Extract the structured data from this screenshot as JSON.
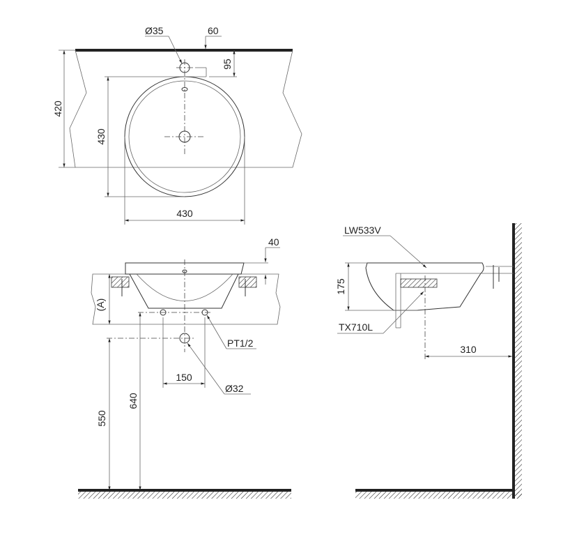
{
  "top_view": {
    "faucet_hole_dia": "Ø35",
    "faucet_offset": "60",
    "faucet_depth": "95",
    "counter_depth": "420",
    "basin_depth": "430",
    "basin_width": "430"
  },
  "front_view": {
    "rim_height": "40",
    "counter_label": "(A)",
    "supply_thread": "PT1/2",
    "drain_dia": "Ø32",
    "supply_spacing": "150",
    "drain_height": "550",
    "supply_height": "640"
  },
  "side_view": {
    "basin_model": "LW533V",
    "bracket_model": "TX710L",
    "basin_height": "175",
    "wall_distance": "310"
  }
}
